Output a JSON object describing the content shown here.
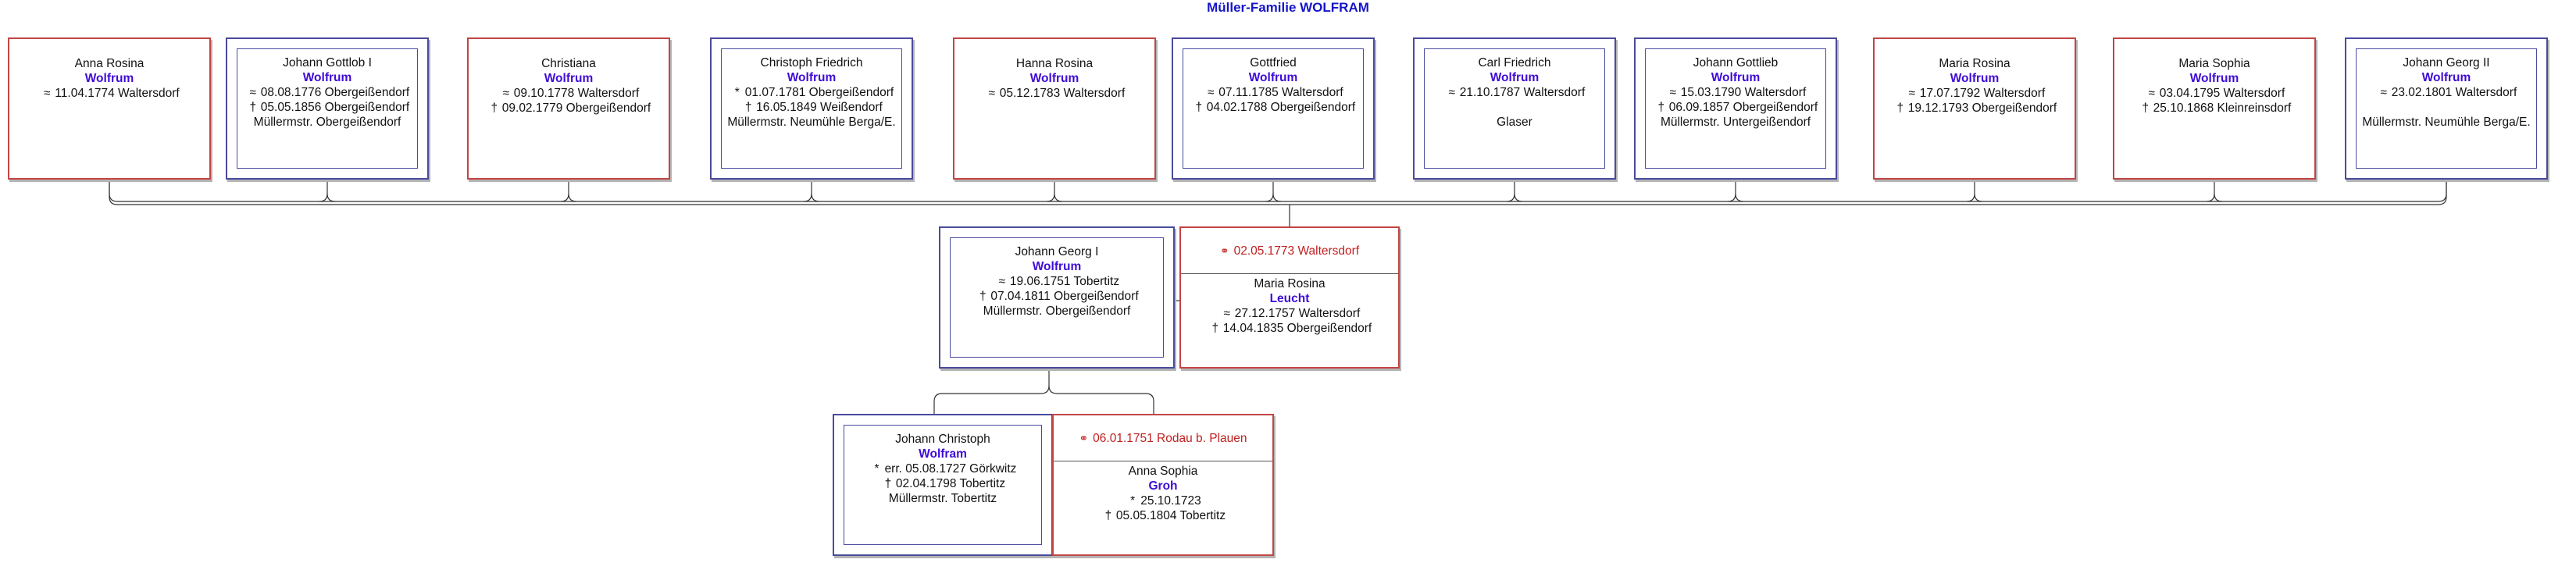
{
  "title": "Müller-Familie WOLFRAM",
  "children": [
    {
      "given": "Anna Rosina",
      "surname": "Wolfrum",
      "lines": [
        {
          "sym": "≈",
          "text": "11.04.1774 Waltersdorf"
        }
      ],
      "sex": "f"
    },
    {
      "given": "Johann Gottlob I",
      "surname": "Wolfrum",
      "lines": [
        {
          "sym": "≈",
          "text": "08.08.1776 Obergeißendorf"
        },
        {
          "sym": "†",
          "text": "05.05.1856 Obergeißendorf"
        },
        {
          "sym": "",
          "text": "Müllermstr. Obergeißendorf"
        }
      ],
      "sex": "m"
    },
    {
      "given": "Christiana",
      "surname": "Wolfrum",
      "lines": [
        {
          "sym": "≈",
          "text": "09.10.1778 Waltersdorf"
        },
        {
          "sym": "†",
          "text": "09.02.1779 Obergeißendorf"
        }
      ],
      "sex": "f"
    },
    {
      "given": "Christoph Friedrich",
      "surname": "Wolfrum",
      "lines": [
        {
          "sym": "*",
          "text": "01.07.1781 Obergeißendorf"
        },
        {
          "sym": "†",
          "text": "16.05.1849 Weißendorf"
        },
        {
          "sym": "",
          "text": "Müllermstr. Neumühle Berga/E."
        }
      ],
      "sex": "m"
    },
    {
      "given": "Hanna Rosina",
      "surname": "Wolfrum",
      "lines": [
        {
          "sym": "≈",
          "text": "05.12.1783 Waltersdorf"
        }
      ],
      "sex": "f"
    },
    {
      "given": "Gottfried",
      "surname": "Wolfrum",
      "lines": [
        {
          "sym": "≈",
          "text": "07.11.1785 Waltersdorf"
        },
        {
          "sym": "†",
          "text": "04.02.1788 Obergeißendorf"
        }
      ],
      "sex": "m"
    },
    {
      "given": "Carl Friedrich",
      "surname": "Wolfrum",
      "lines": [
        {
          "sym": "≈",
          "text": "21.10.1787 Waltersdorf"
        },
        {
          "sym": "",
          "text": ""
        },
        {
          "sym": "",
          "text": "Glaser"
        }
      ],
      "sex": "m"
    },
    {
      "given": "Johann Gottlieb",
      "surname": "Wolfrum",
      "lines": [
        {
          "sym": "≈",
          "text": "15.03.1790 Waltersdorf"
        },
        {
          "sym": "†",
          "text": "06.09.1857 Obergeißendorf"
        },
        {
          "sym": "",
          "text": "Müllermstr. Untergeißendorf"
        }
      ],
      "sex": "m"
    },
    {
      "given": "Maria Rosina",
      "surname": "Wolfrum",
      "lines": [
        {
          "sym": "≈",
          "text": "17.07.1792 Waltersdorf"
        },
        {
          "sym": "†",
          "text": "19.12.1793 Obergeißendorf"
        }
      ],
      "sex": "f"
    },
    {
      "given": "Maria Sophia",
      "surname": "Wolfrum",
      "lines": [
        {
          "sym": "≈",
          "text": "03.04.1795 Waltersdorf"
        },
        {
          "sym": "†",
          "text": "25.10.1868 Kleinreinsdorf"
        }
      ],
      "sex": "f"
    },
    {
      "given": "Johann Georg II",
      "surname": "Wolfrum",
      "lines": [
        {
          "sym": "≈",
          "text": "23.02.1801 Waltersdorf"
        },
        {
          "sym": "",
          "text": ""
        },
        {
          "sym": "",
          "text": "Müllermstr. Neumühle Berga/E."
        }
      ],
      "sex": "m"
    }
  ],
  "parents": {
    "father": {
      "given": "Johann Georg I",
      "surname": "Wolfrum",
      "lines": [
        {
          "sym": "≈",
          "text": "19.06.1751 Tobertitz"
        },
        {
          "sym": "†",
          "text": "07.04.1811 Obergeißendorf"
        },
        {
          "sym": "",
          "text": "Müllermstr. Obergeißendorf"
        }
      ]
    },
    "marriage": {
      "sym": "⚭",
      "text": "02.05.1773 Waltersdorf"
    },
    "mother": {
      "given": "Maria Rosina",
      "surname": "Leucht",
      "lines": [
        {
          "sym": "≈",
          "text": "27.12.1757 Waltersdorf"
        },
        {
          "sym": "†",
          "text": "14.04.1835 Obergeißendorf"
        }
      ]
    }
  },
  "grandparents": {
    "father": {
      "given": "Johann Christoph",
      "surname": "Wolfram",
      "lines": [
        {
          "sym": "*",
          "text": "err. 05.08.1727 Görkwitz"
        },
        {
          "sym": "†",
          "text": "02.04.1798 Tobertitz"
        },
        {
          "sym": "",
          "text": "Müllermstr. Tobertitz"
        }
      ]
    },
    "marriage": {
      "sym": "⚭",
      "text": "06.01.1751 Rodau b. Plauen"
    },
    "mother": {
      "given": "Anna Sophia",
      "surname": "Groh",
      "lines": [
        {
          "sym": "*",
          "text": "25.10.1723"
        },
        {
          "sym": "†",
          "text": "05.05.1804 Tobertitz"
        }
      ]
    }
  },
  "colors": {
    "title": "#1515c8",
    "surname": "#3e0bd6",
    "male_border": "#4a4a9e",
    "female_border": "#c24545",
    "marriage_text": "#c02020"
  }
}
